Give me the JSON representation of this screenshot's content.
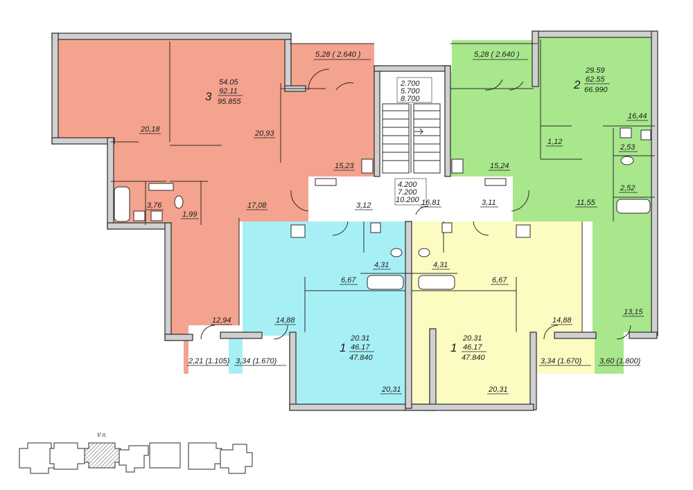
{
  "colors": {
    "apt3": "#f4a38e",
    "apt2": "#a8e78c",
    "apt1_left": "#a6f0f5",
    "apt1_right": "#fbfbc2",
    "common": "#ffffff",
    "wall": "#d0d0d0"
  },
  "apartments": [
    {
      "id": "apt3",
      "number": "3",
      "living_area": "54.05",
      "total_area": "92.11",
      "total_with_balcony": "95.855"
    },
    {
      "id": "apt2",
      "number": "2",
      "living_area": "29.59",
      "total_area": "62.55",
      "total_with_balcony": "66.990"
    },
    {
      "id": "apt1_left",
      "number": "1",
      "living_area": "20.31",
      "total_area": "46.17",
      "total_with_balcony": "47.840"
    },
    {
      "id": "apt1_right",
      "number": "1",
      "living_area": "20.31",
      "total_area": "46.17",
      "total_with_balcony": "47.840"
    }
  ],
  "stair_levels_top": [
    "2.700",
    "5.700",
    "8.700"
  ],
  "stair_levels_bottom": [
    "4.200",
    "7.200",
    "10.200"
  ],
  "room_areas": {
    "apt3_balcony_top": "5,28 ( 2.640 )",
    "apt3_room_left": "20,18",
    "apt3_room_mid": "20,93",
    "apt3_kitchen": "15,23",
    "apt3_bath": "3,76",
    "apt3_wc": "1,99",
    "apt3_hall": "17,08",
    "apt3_room_bottom": "12,94",
    "apt3_balcony_bottom": "2,21 (1.105)",
    "apt2_balcony_top": "5,28 ( 2.640 )",
    "apt2_kitchen": "15,24",
    "apt2_closet": "1,12",
    "apt2_room_right": "16,44",
    "apt2_wc": "2,53",
    "apt2_bath": "2,52",
    "apt2_hall": "11,55",
    "apt2_room_bottom": "13,15",
    "apt2_balcony_bottom": "3,60 (1.800)",
    "lobby": "16,81",
    "corr_left": "3,12",
    "corr_right": "3,11",
    "apt1l_bath": "4,31",
    "apt1l_hall": "6,67",
    "apt1l_kitchen": "14,88",
    "apt1l_room": "20,31",
    "apt1l_balcony": "3,34 (1.670)",
    "apt1r_bath": "4,31",
    "apt1r_hall": "6,67",
    "apt1r_kitchen": "14,88",
    "apt1r_room": "20,31",
    "apt1r_balcony": "3,34 (1.670)"
  },
  "keyplan": {
    "section_label": "V п."
  }
}
